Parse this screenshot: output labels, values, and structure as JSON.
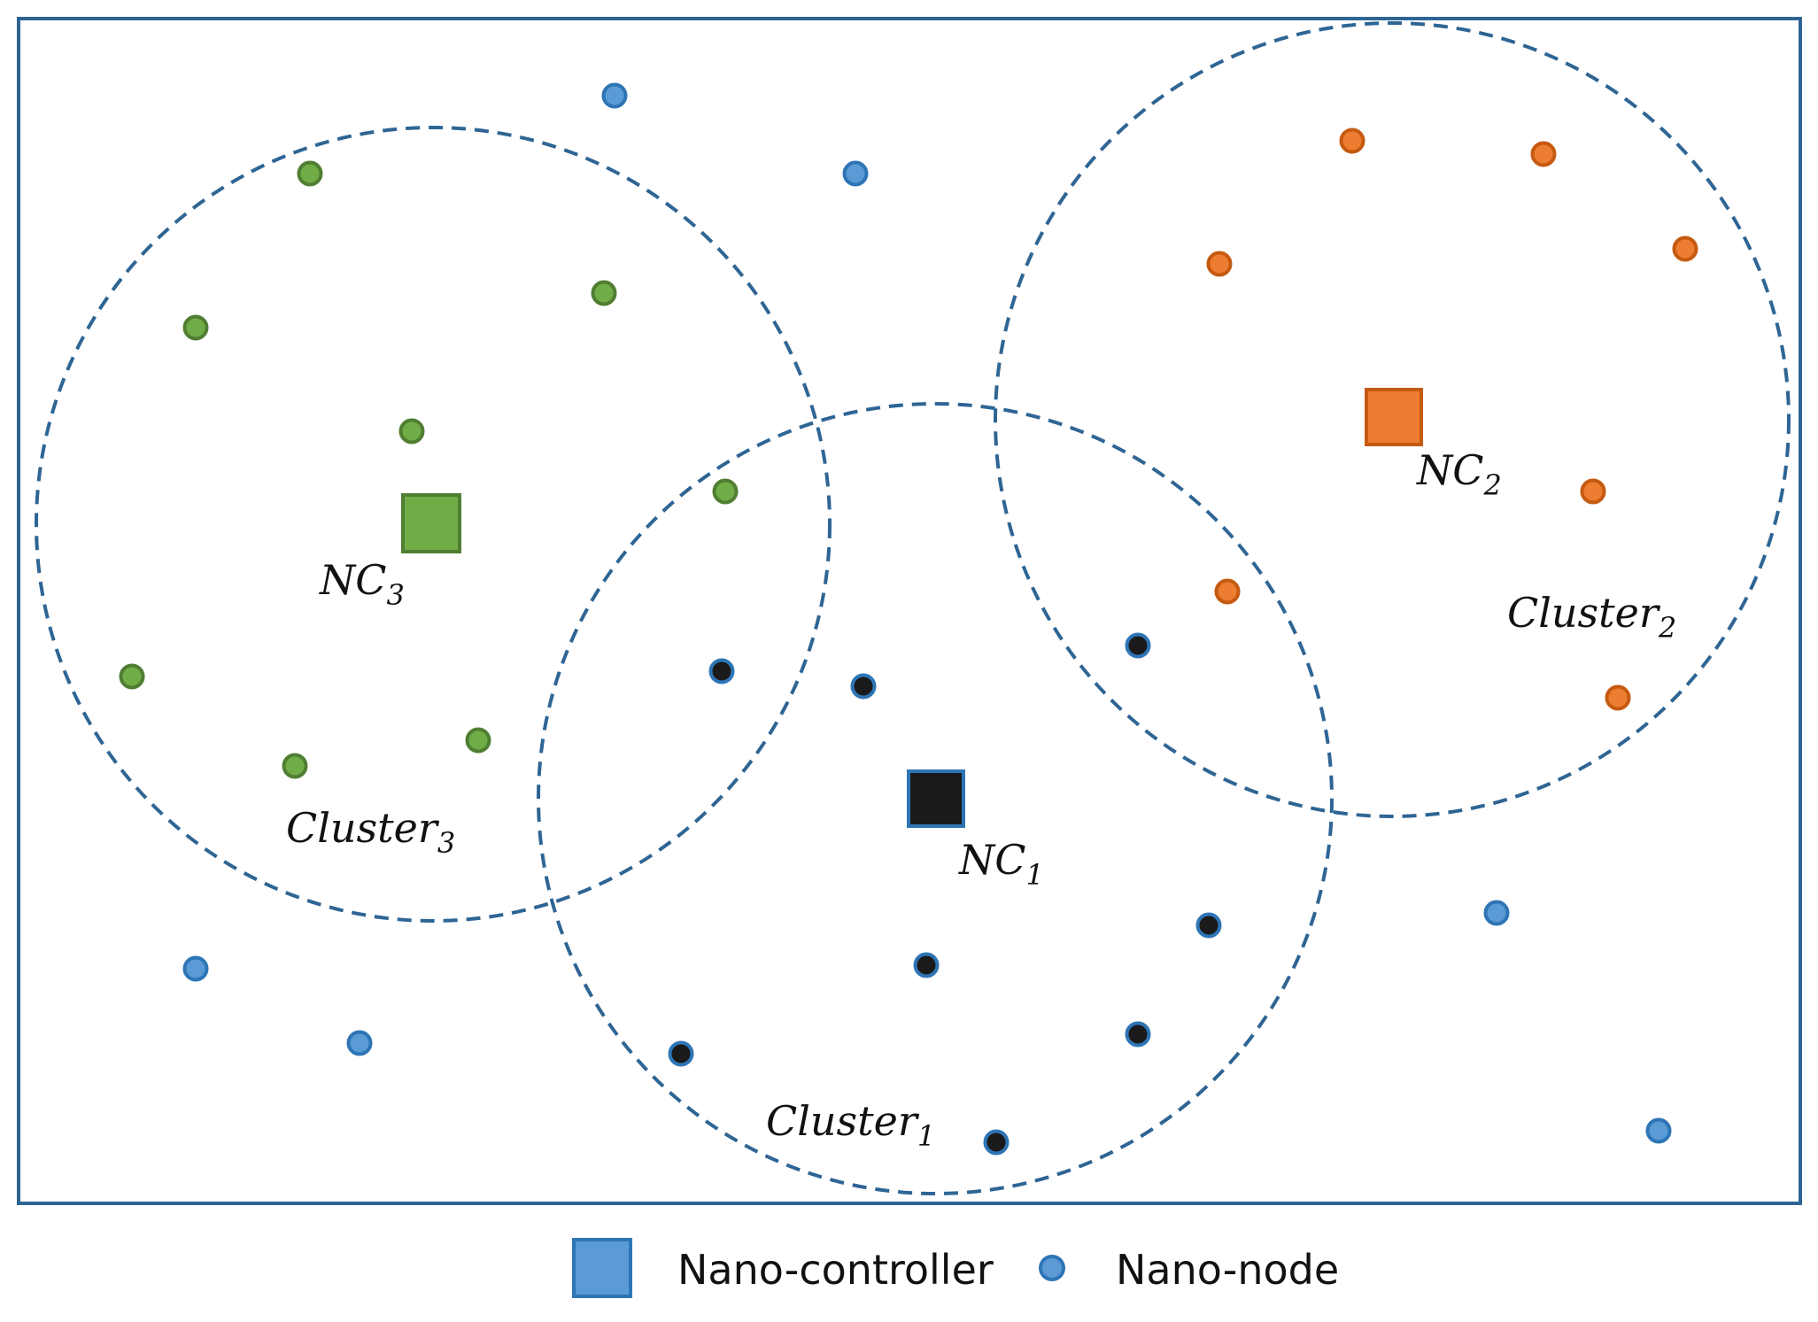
{
  "colors": {
    "border": "#2e6594",
    "cluster_line": "#2e6594",
    "blue_fill": "#5b9bd5",
    "blue_stroke": "#2e75b6",
    "green_fill": "#70ad47",
    "green_stroke": "#507e32",
    "orange_fill": "#ed7d31",
    "orange_stroke": "#c55a11",
    "black_fill": "#1a1a1a",
    "black_stroke": "#2e75b6"
  },
  "controllers": [
    {
      "name": "NC",
      "sub": "1",
      "color": "black"
    },
    {
      "name": "NC",
      "sub": "2",
      "color": "orange"
    },
    {
      "name": "NC",
      "sub": "3",
      "color": "green"
    }
  ],
  "clusters": [
    {
      "name": "Cluster",
      "sub": "1"
    },
    {
      "name": "Cluster",
      "sub": "2"
    },
    {
      "name": "Cluster",
      "sub": "3"
    }
  ],
  "legend": {
    "controller_label": "Nano-controller",
    "node_label": "Nano-node",
    "controller_icon": "blue-square-icon",
    "node_icon": "blue-circle-icon"
  }
}
